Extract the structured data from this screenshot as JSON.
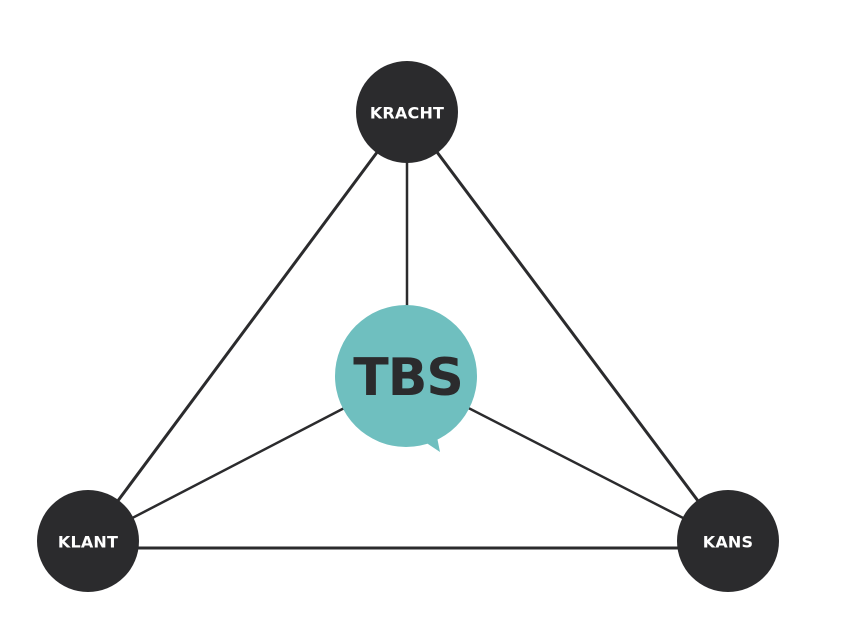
{
  "diagram": {
    "center": {
      "label": "TBS"
    },
    "nodes": {
      "top": {
        "label": "KRACHT"
      },
      "left": {
        "label": "KLANT"
      },
      "right": {
        "label": "KANS"
      }
    },
    "colors": {
      "node_fill": "#2b2b2d",
      "node_text": "#ffffff",
      "center_fill": "#6fbfbf",
      "center_text": "#2b2b2d",
      "connector": "#2b2b2d"
    }
  }
}
